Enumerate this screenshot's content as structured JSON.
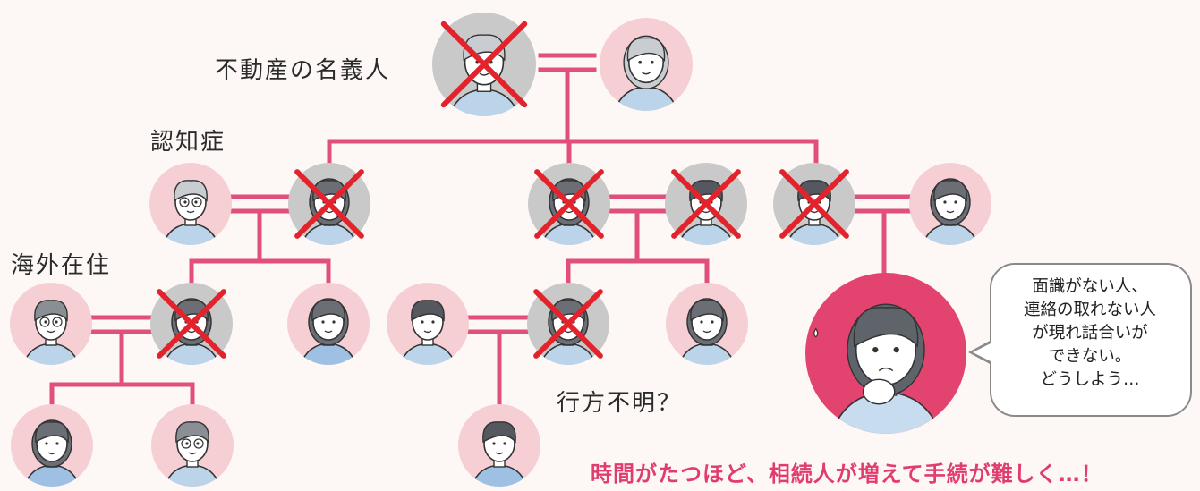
{
  "title_label": "不動産の名義人",
  "labels": {
    "dementia": "認知症",
    "overseas": "海外在住",
    "missing": "行方不明？"
  },
  "speech_bubble": {
    "lines": [
      "面識がない人、",
      "連絡の取れない人",
      "が現れ話合いが",
      "できない。",
      "どうしよう…"
    ]
  },
  "caption": "時間がたつほど、相続人が増えて手続が難しく…！",
  "colors": {
    "line": "#e0507a",
    "circle": "#f6cfd5",
    "deceased_circle": "#c9c9c9",
    "cross": "#e3232c",
    "highlight": "#e2446f"
  },
  "people": [
    {
      "id": "owner",
      "deceased": true,
      "role": "old-man"
    },
    {
      "id": "owner-spouse",
      "deceased": false,
      "role": "old-woman"
    },
    {
      "id": "child1",
      "deceased": true,
      "role": "woman"
    },
    {
      "id": "child1-spouse",
      "deceased": false,
      "role": "old-man-glasses"
    },
    {
      "id": "child2",
      "deceased": true,
      "role": "woman"
    },
    {
      "id": "child2-spouse",
      "deceased": true,
      "role": "man"
    },
    {
      "id": "child3",
      "deceased": true,
      "role": "man"
    },
    {
      "id": "child3-spouse",
      "deceased": false,
      "role": "woman"
    },
    {
      "id": "gc1",
      "deceased": true,
      "role": "woman"
    },
    {
      "id": "gc1-spouse",
      "deceased": false,
      "role": "man-glasses"
    },
    {
      "id": "gc2",
      "deceased": false,
      "role": "girl"
    },
    {
      "id": "gc3",
      "deceased": true,
      "role": "woman"
    },
    {
      "id": "gc3-spouse",
      "deceased": false,
      "role": "man"
    },
    {
      "id": "gc4",
      "deceased": false,
      "role": "woman"
    },
    {
      "id": "ggc1",
      "deceased": false,
      "role": "girl"
    },
    {
      "id": "ggc2",
      "deceased": false,
      "role": "man-glasses"
    },
    {
      "id": "ggc3",
      "deceased": false,
      "role": "boy"
    },
    {
      "id": "worried-heir",
      "deceased": false,
      "role": "woman"
    }
  ]
}
